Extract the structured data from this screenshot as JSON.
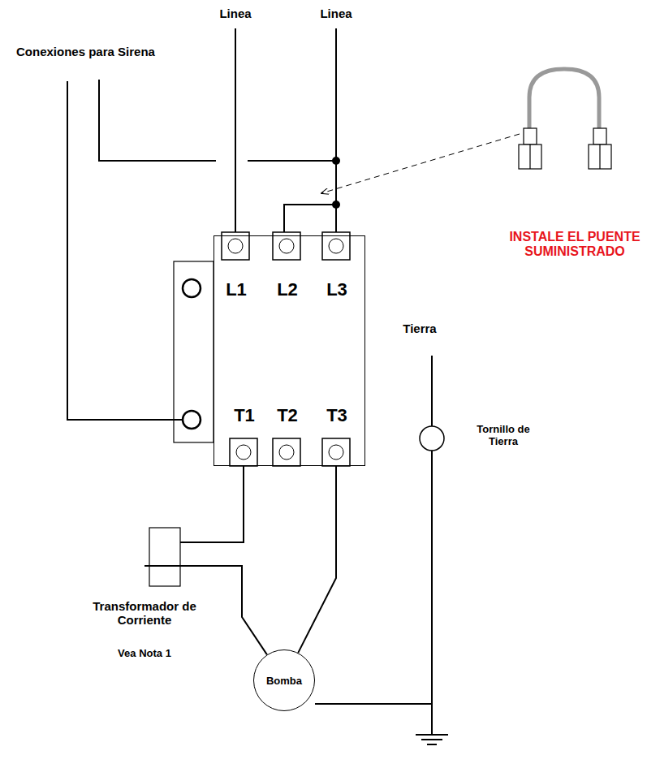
{
  "diagram": {
    "nodes": [
      {
        "text": [
          "L1",
          "L2",
          "L3",
          "T1",
          "T2",
          "T3"
        ]
      },
      {
        "text": [
          "Bomba"
        ]
      }
    ],
    "edges": [
      {
        "from": 0,
        "to": 1,
        "arrow": "none"
      },
      {
        "from": 0,
        "to": 1,
        "arrow": "none"
      }
    ],
    "labels": [
      "Linea",
      "Linea",
      "Conexiones para Sirena",
      "INSTALE EL PUENTE SUMINISTRADO",
      "Tierra",
      "Tornillo de Tierra",
      "Transformador de Corriente",
      "Vea Nota 1"
    ]
  }
}
